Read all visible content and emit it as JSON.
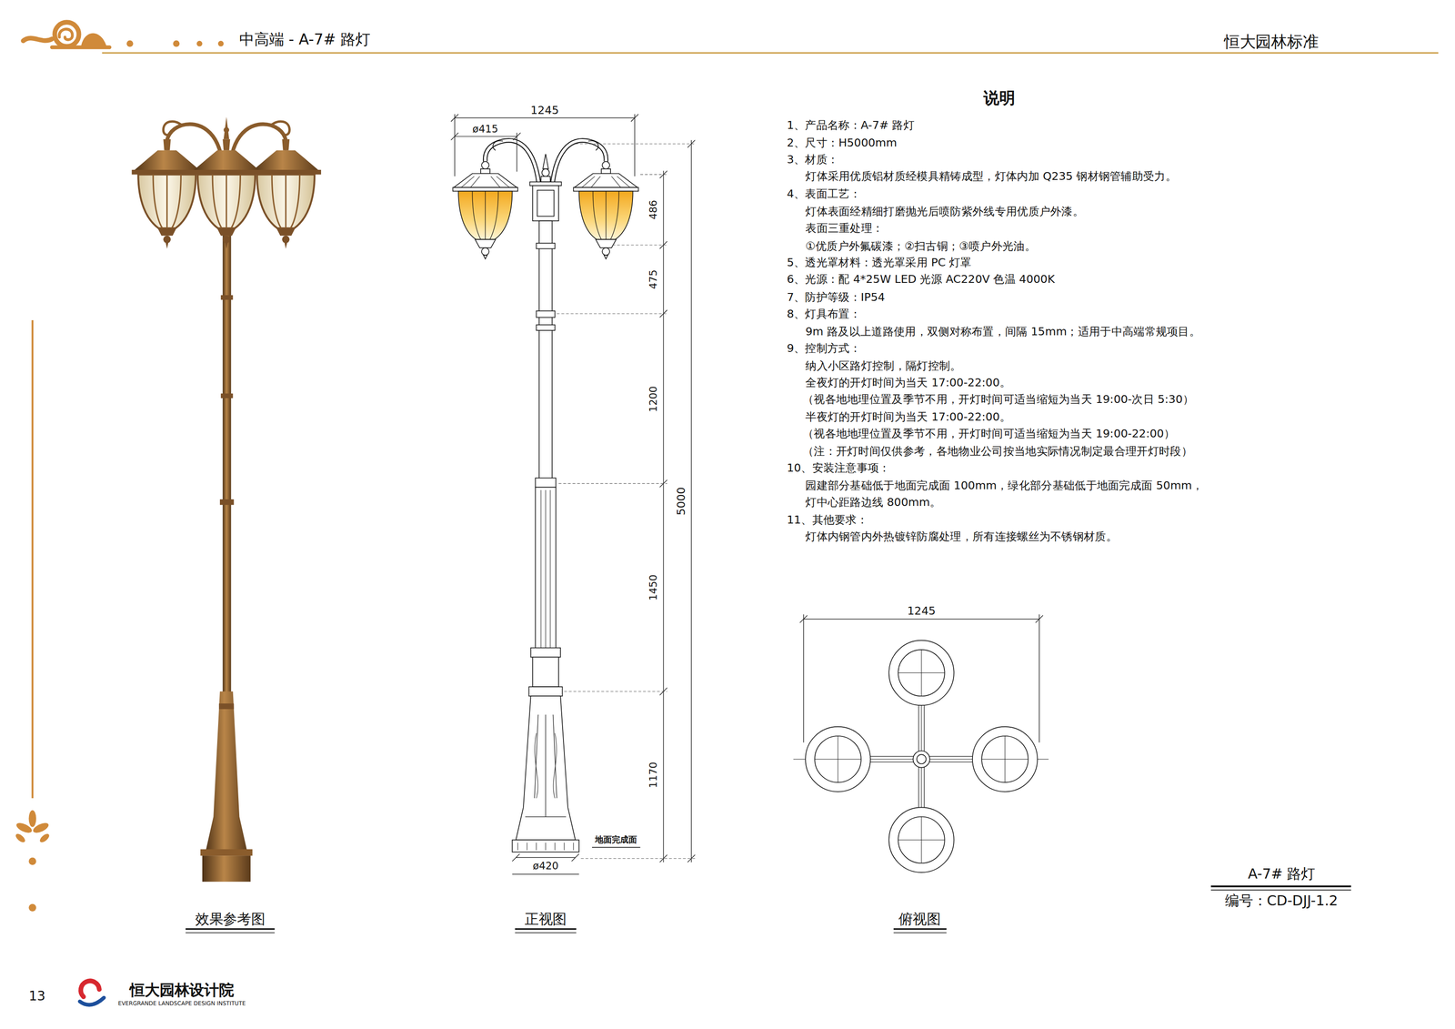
{
  "diagram": {
    "title": "中高端 - A-7# 路灯",
    "labels": [
      "恒大园林标准",
      "1245",
      "ø415",
      "486",
      "475",
      "1200",
      "1450",
      "1170",
      "5000",
      "地面完成面",
      "ø420",
      "1245",
      "效果参考图",
      "正视图",
      "俯视图",
      "说明",
      "1、产品名称：A-7# 路灯",
      "2、尺寸：H5000mm",
      "3、材质：",
      "灯体采用优质铝材质经模具精铸成型，灯体内加 Q235 钢材钢管辅助受力。",
      "4、表面工艺：",
      "灯体表面经精细打磨抛光后喷防紫外线专用优质户外漆。",
      "表面三重处理：",
      "①优质户外氟碳漆；②扫古铜；③喷户外光油。",
      "5、透光罩材料：透光罩采用 PC 灯罩",
      "6、光源：配 4*25W LED 光源 AC220V 色温 4000K",
      "7、防护等级：IP54",
      "8、灯具布置：",
      "9m 路及以上道路使用，双侧对称布置，间隔 15mm；适用于中高端常规项目。",
      "9、控制方式：",
      "纳入小区路灯控制，隔灯控制。",
      "全夜灯的开灯时间为当天 17:00-22:00。",
      "（视各地地理位置及季节不用，开灯时间可适当缩短为当天 19:00-次日 5:30）",
      "半夜灯的开灯时间为当天 17:00-22:00。",
      "（视各地地理位置及季节不用，开灯时间可适当缩短为当天 19:00-22:00）",
      "（注：开灯时间仅供参考，各地物业公司按当地实际情况制定最合理开灯时段）",
      "10、安装注意事项：",
      "园建部分基础低于地面完成面 100mm，绿化部分基础低于地面完成面 50mm，",
      "灯中心距路边线 800mm。",
      "11、其他要求：",
      "灯体内钢管内外热镀锌防腐处理，所有连接螺丝为不锈钢材质。",
      "A-7# 路灯",
      "编号：CD-DJJ-1.2",
      "13",
      "恒大园林设计院",
      "EVERGRANDE LANDSCAPE DESIGN INSTITUTE"
    ]
  }
}
